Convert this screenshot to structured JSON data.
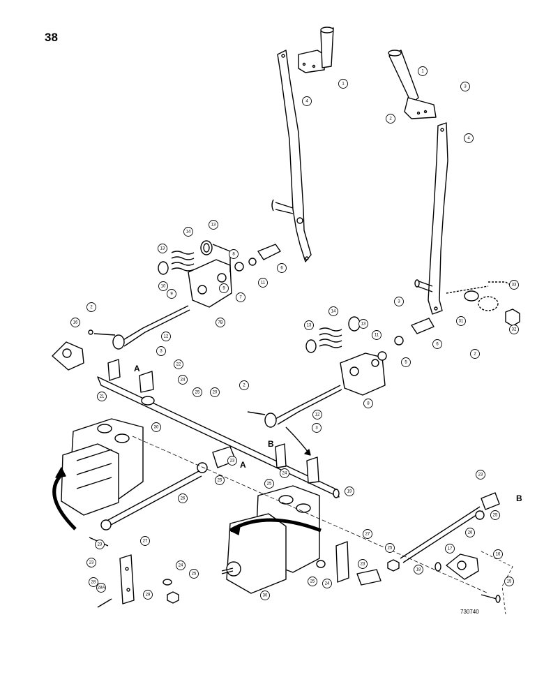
{
  "page": {
    "number": "38",
    "ref_code": "730740"
  },
  "section_letters": [
    "A",
    "B"
  ],
  "callouts": [
    {
      "n": "1"
    },
    {
      "n": "4"
    },
    {
      "n": "1"
    },
    {
      "n": "3"
    },
    {
      "n": "2"
    },
    {
      "n": "4"
    },
    {
      "n": "14"
    },
    {
      "n": "13"
    },
    {
      "n": "13"
    },
    {
      "n": "8"
    },
    {
      "n": "6"
    },
    {
      "n": "10"
    },
    {
      "n": "9"
    },
    {
      "n": "9"
    },
    {
      "n": "11"
    },
    {
      "n": "7"
    },
    {
      "n": "7B"
    },
    {
      "n": "2"
    },
    {
      "n": "16"
    },
    {
      "n": "12"
    },
    {
      "n": "3"
    },
    {
      "n": "22"
    },
    {
      "n": "24"
    },
    {
      "n": "25"
    },
    {
      "n": "20"
    },
    {
      "n": "21"
    },
    {
      "n": "3"
    },
    {
      "n": "33"
    },
    {
      "n": "31"
    },
    {
      "n": "32"
    },
    {
      "n": "2"
    },
    {
      "n": "14"
    },
    {
      "n": "13"
    },
    {
      "n": "13"
    },
    {
      "n": "11"
    },
    {
      "n": "6"
    },
    {
      "n": "5"
    },
    {
      "n": "8"
    },
    {
      "n": "2"
    },
    {
      "n": "12"
    },
    {
      "n": "3"
    },
    {
      "n": "30"
    },
    {
      "n": "23"
    },
    {
      "n": "25"
    },
    {
      "n": "26"
    },
    {
      "n": "24"
    },
    {
      "n": "25"
    },
    {
      "n": "19"
    },
    {
      "n": "23"
    },
    {
      "n": "25"
    },
    {
      "n": "26"
    },
    {
      "n": "23"
    },
    {
      "n": "27"
    },
    {
      "n": "23"
    },
    {
      "n": "24"
    },
    {
      "n": "25"
    },
    {
      "n": "28"
    },
    {
      "n": "28A"
    },
    {
      "n": "29"
    },
    {
      "n": "27"
    },
    {
      "n": "25"
    },
    {
      "n": "25"
    },
    {
      "n": "24"
    },
    {
      "n": "23"
    },
    {
      "n": "30"
    },
    {
      "n": "17"
    },
    {
      "n": "16"
    },
    {
      "n": "18"
    },
    {
      "n": "15"
    }
  ]
}
